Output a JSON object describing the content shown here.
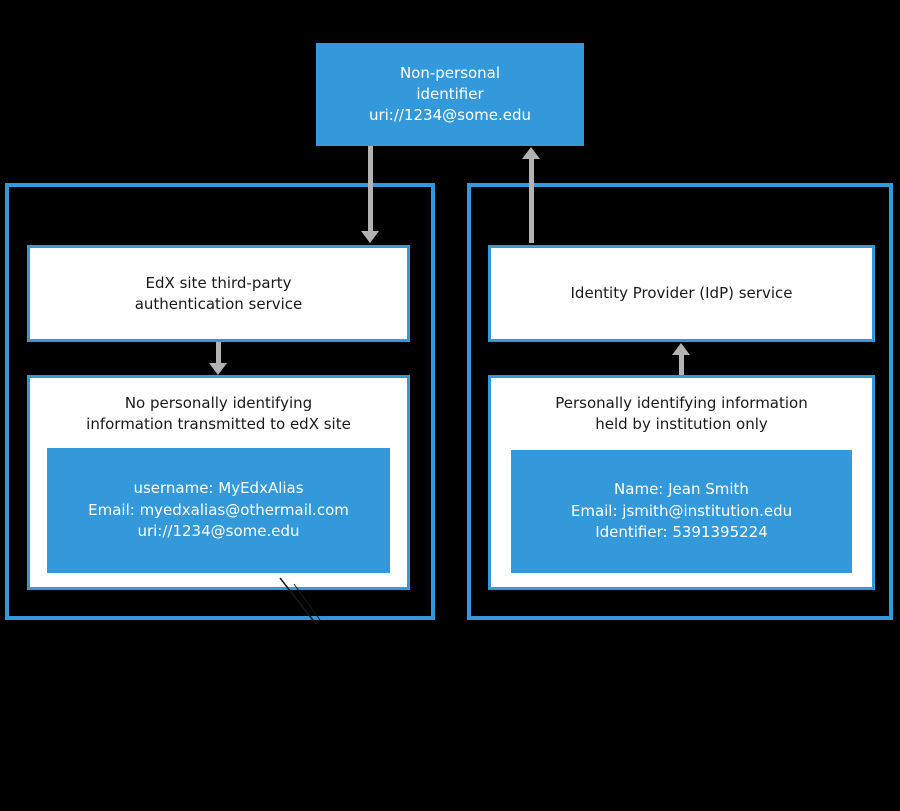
{
  "top_box": {
    "lines": [
      "Non-personal",
      "identifier",
      "uri://1234@some.edu"
    ]
  },
  "left_panel": {
    "service_box": {
      "lines": [
        "EdX site third-party",
        "authentication service"
      ]
    },
    "info_box": {
      "title_lines": [
        "No personally identifying",
        "information transmitted to edX site"
      ],
      "card_lines": [
        "username: MyEdxAlias",
        "Email: myedxalias@othermail.com",
        "uri://1234@some.edu"
      ]
    }
  },
  "right_panel": {
    "service_box": {
      "label": "Identity Provider (IdP) service"
    },
    "info_box": {
      "title_lines": [
        "Personally identifying information",
        "held by institution only"
      ],
      "card_lines": [
        "Name: Jean Smith",
        "Email: jsmith@institution.edu",
        "Identifier: 5391395224"
      ]
    }
  },
  "colors": {
    "blue": "#3399DB",
    "arrow": "#b3b3b3",
    "background": "#000000"
  }
}
